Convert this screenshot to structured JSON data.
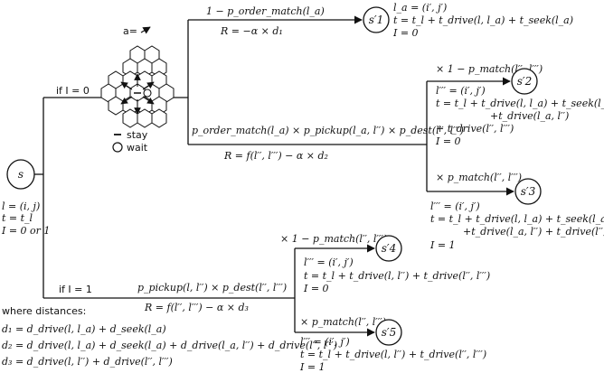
{
  "root": {
    "label": "s",
    "state": [
      "l = (i, j)",
      "t = t_l",
      "I = 0 or 1"
    ]
  },
  "action_legend": {
    "label": "a=",
    "stay": "stay",
    "wait": "wait"
  },
  "branch_I0": {
    "label": "if  I = 0"
  },
  "branch_I1": {
    "label": "if I = 1"
  },
  "s1": {
    "label": "s′1",
    "prob": "1 − p_order_match(l_a)",
    "reward": "R = −α × d₁",
    "state": [
      "l_a = (i′, j′)",
      "t = t_l + t_drive(l, l_a) + t_seek(l_a)",
      "I = 0"
    ]
  },
  "mid_upper": {
    "prob": "p_order_match(l_a) × p_pickup(l_a, l′′) × p_dest(l′′, l′′′)",
    "reward": "R = f(l′′, l′′′) − α × d₂"
  },
  "s2": {
    "label": "s′2",
    "prob": "× 1 − p_match(l′′, l′′′)",
    "state": [
      "l′′′ = (i′, j′)",
      "t = t_l + t_drive(l, l_a) + t_seek(l_a)",
      "+t_drive(l_a, l′′)",
      "+ t_drive(l′′, l′′′)",
      "I = 0"
    ]
  },
  "s3": {
    "label": "s′3",
    "prob": "× p_match(l′′, l′′′)",
    "state": [
      "l′′′ = (i′, j′)",
      "t = t_l + t_drive(l, l_a) + t_seek(l_a)",
      "+t_drive(l_a, l′′) + t_drive(l′′, l′′′)",
      "I = 1"
    ]
  },
  "mid_lower": {
    "prob": "p_pickup(l, l′′) × p_dest(l′′, l′′′)",
    "reward": "R = f(l′′, l′′′) − α × d₃"
  },
  "s4": {
    "label": "s′4",
    "prob": "× 1 − p_match(l′′, l′′′)",
    "state": [
      "l′′′ = (i′, j′)",
      "t = t_l + t_drive(l, l′′) + t_drive(l′′, l′′′)",
      "I = 0"
    ]
  },
  "s5": {
    "label": "s′5",
    "prob": "× p_match(l′′, l′′′)",
    "state": [
      "l′′′ = (i′, j′)",
      "t = t_l + t_drive(l, l′′) + t_drive(l′′, l′′′)",
      "I = 1"
    ]
  },
  "distances": {
    "title": "where distances:",
    "d1": "d₁ = d_drive(l, l_a) + d_seek(l_a)",
    "d2": "d₂ = d_drive(l, l_a) + d_seek(l_a) + d_drive(l_a, l′′) + d_drive(l′′, l′′′)",
    "d3": "d₃ = d_drive(l, l′′) + d_drive(l′′, l′′′)"
  }
}
